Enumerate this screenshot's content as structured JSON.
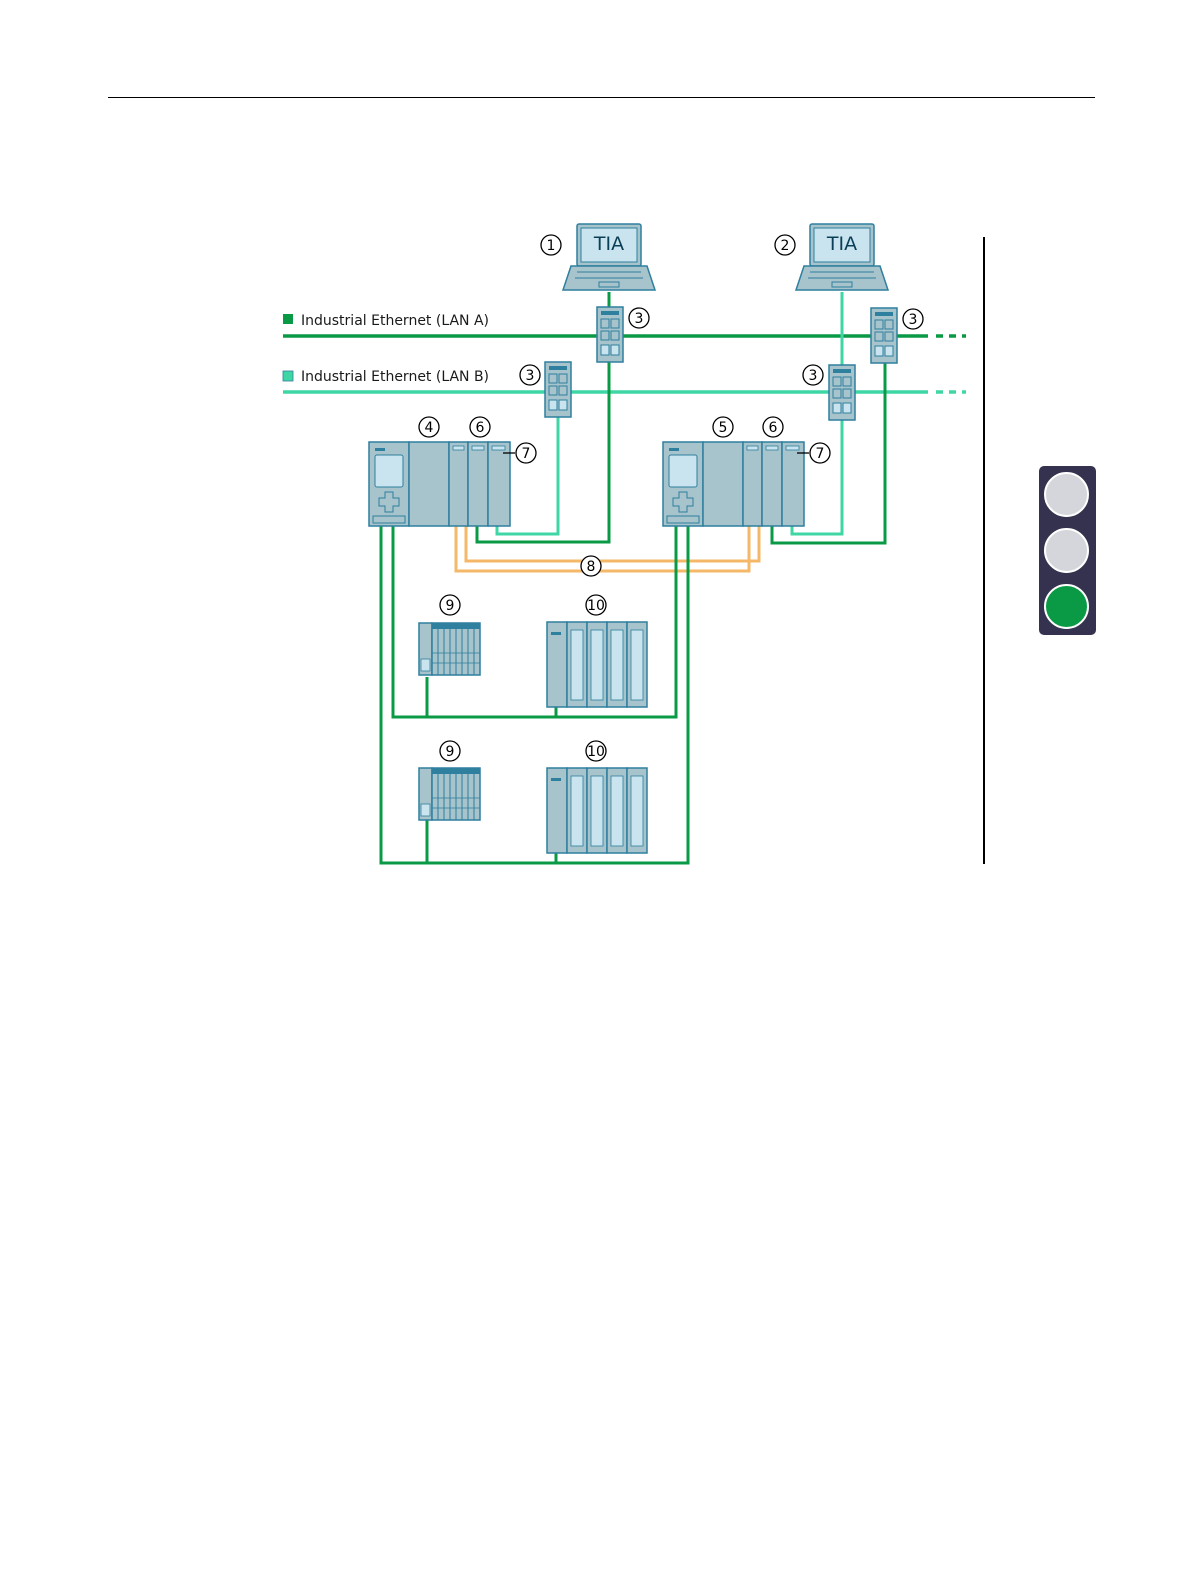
{
  "legend": {
    "lan_a": "Industrial Ethernet (LAN A)",
    "lan_b": "Industrial Ethernet (LAN B)"
  },
  "laptop_label": "TIA",
  "callouts": {
    "c1": "1",
    "c2": "2",
    "c3": "3",
    "c4": "4",
    "c5": "5",
    "c6": "6",
    "c7": "7",
    "c8": "8",
    "c9": "9",
    "c10": "10"
  },
  "traffic_light": {
    "state": "green",
    "lamps": [
      "off",
      "off",
      "green"
    ]
  },
  "colors": {
    "lan_a": "#0a9a45",
    "lan_b": "#3fd6a5",
    "sync_link": "#f5b868",
    "device_fill": "#a7c3cc",
    "device_stroke": "#2f7f9e",
    "lamp_off": "#d5d5dc",
    "lamp_green": "#0a9a45"
  }
}
